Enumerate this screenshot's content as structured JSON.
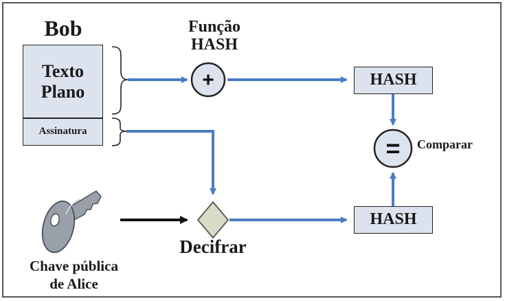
{
  "sender": {
    "name": "Bob"
  },
  "hash_function": {
    "line1": "Função",
    "line2": "HASH",
    "symbol": "+"
  },
  "message": {
    "line1": "Texto",
    "line2": "Plano"
  },
  "signature": {
    "label": "Assinatura"
  },
  "hash_top": {
    "label": "HASH"
  },
  "hash_bottom": {
    "label": "HASH"
  },
  "compare": {
    "symbol": "=",
    "label": "Comparar"
  },
  "decrypt": {
    "label": "Decifrar"
  },
  "key": {
    "line1": "Chave pública",
    "line2": "de Alice",
    "icon": "key-icon"
  },
  "colors": {
    "arrow_blue": "#4a7cc4",
    "arrow_black": "#111111",
    "box_fill": "#dde3ee",
    "circle_fill": "#dde3ee",
    "diamond_fill": "#d8dcc6",
    "key_fill": "#9aa0aa"
  }
}
